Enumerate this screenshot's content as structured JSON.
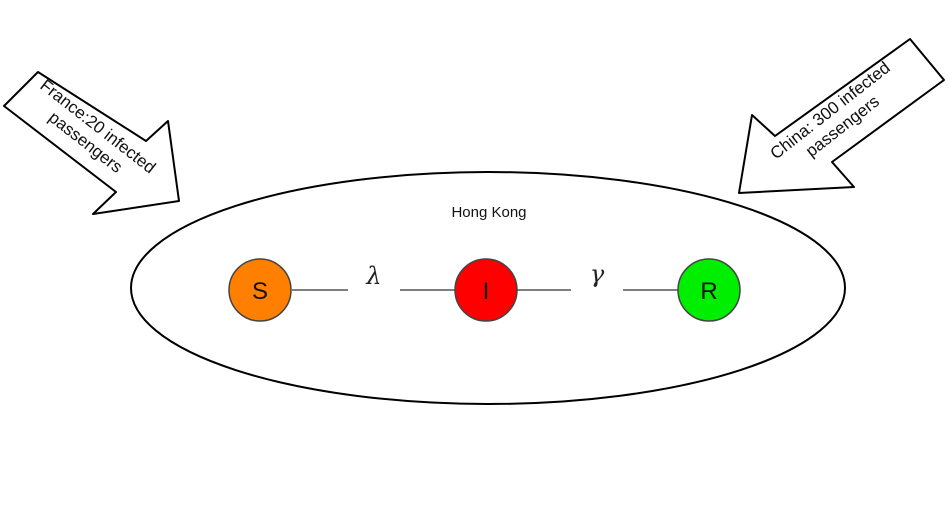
{
  "region": {
    "label": "Hong Kong"
  },
  "arrows": [
    {
      "lines": [
        "France:20 infected",
        "passengers"
      ]
    },
    {
      "lines": [
        "China: 300 infected",
        "passengers"
      ]
    }
  ],
  "nodes": [
    {
      "label": "S",
      "color": "#ff8000"
    },
    {
      "label": "I",
      "color": "#ff0000"
    },
    {
      "label": "R",
      "color": "#00ee00"
    }
  ],
  "edges": [
    {
      "rate": "λ"
    },
    {
      "rate": "γ"
    }
  ]
}
